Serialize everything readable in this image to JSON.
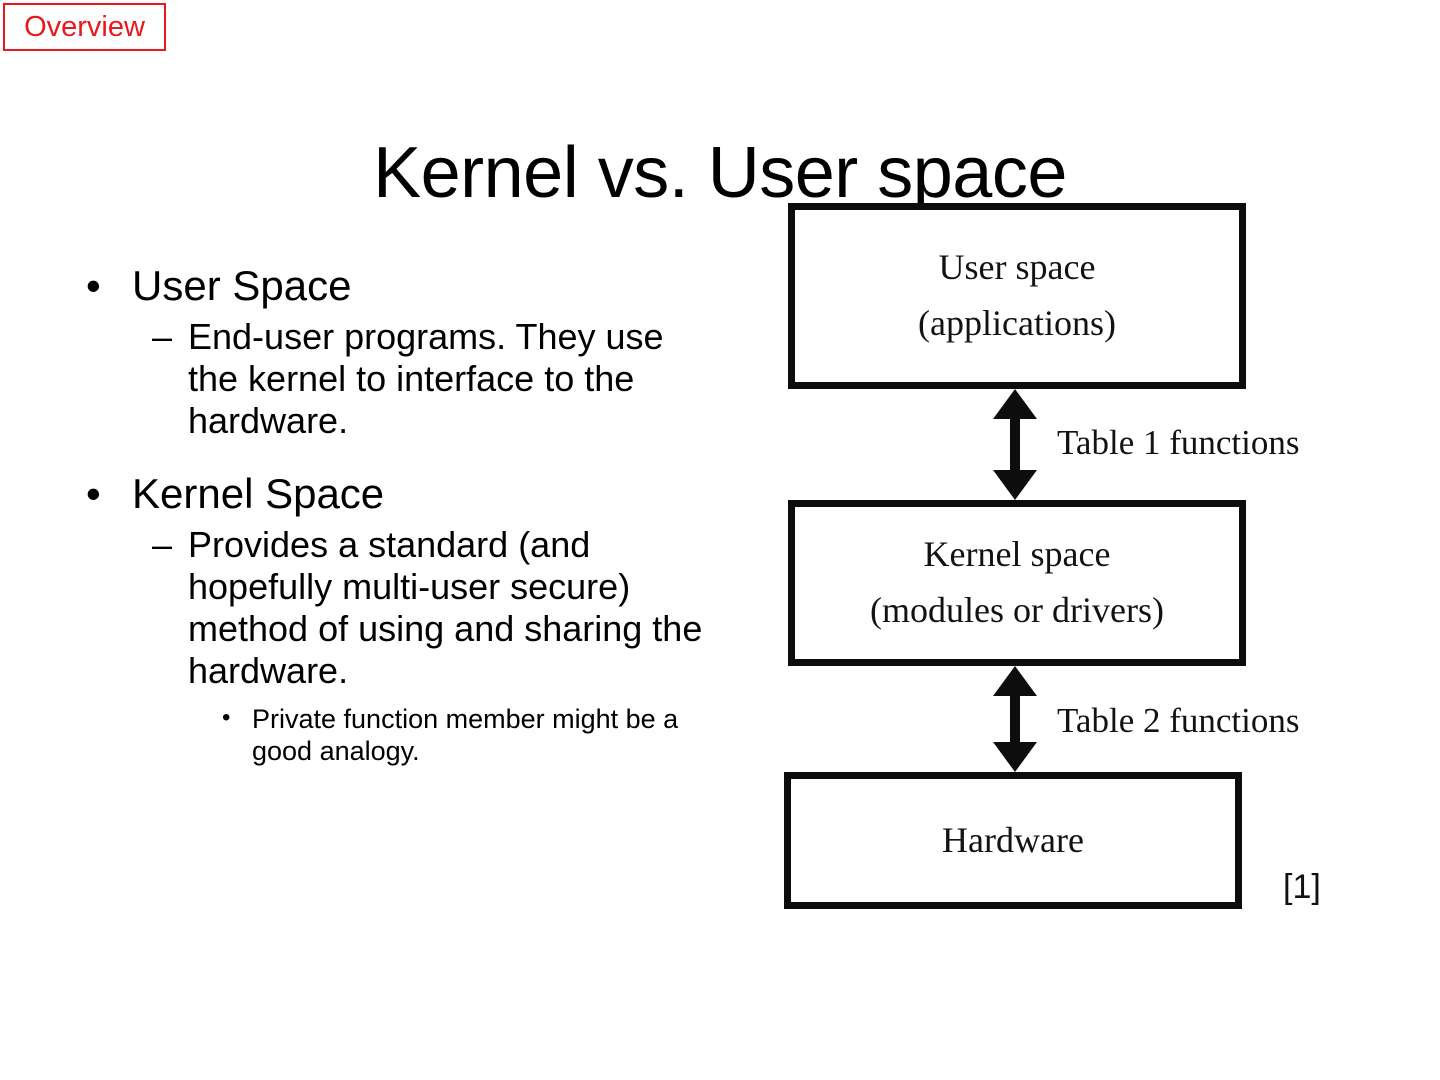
{
  "badge": {
    "label": "Overview",
    "color": "#e8191c"
  },
  "title": "Kernel vs. User space",
  "outline": [
    {
      "level": 1,
      "marker": "•",
      "text": "User Space"
    },
    {
      "level": 2,
      "marker": "–",
      "text": "End-user programs.  They use the kernel to interface to the hardware."
    },
    {
      "level": 1,
      "marker": "•",
      "text": "Kernel Space"
    },
    {
      "level": 2,
      "marker": "–",
      "text": "Provides a standard (and hopefully multi-user secure) method of using and sharing the hardware."
    },
    {
      "level": 3,
      "marker": "•",
      "text": "Private function member might be a good analogy."
    }
  ],
  "diagram": {
    "boxes": [
      {
        "name": "user-space",
        "line1": "User space",
        "line2": "(applications)"
      },
      {
        "name": "kernel-space",
        "line1": "Kernel space",
        "line2": "(modules or drivers)"
      },
      {
        "name": "hardware",
        "line1": "Hardware",
        "line2": ""
      }
    ],
    "arrows": [
      {
        "name": "user-kernel-arrow",
        "label": "Table 1 functions",
        "type": "double-headed-vertical-arrow"
      },
      {
        "name": "kernel-hardware-arrow",
        "label": "Table 2 functions",
        "type": "double-headed-vertical-arrow"
      }
    ],
    "citation": "[1]",
    "stroke_color": "#0d0d0d"
  }
}
